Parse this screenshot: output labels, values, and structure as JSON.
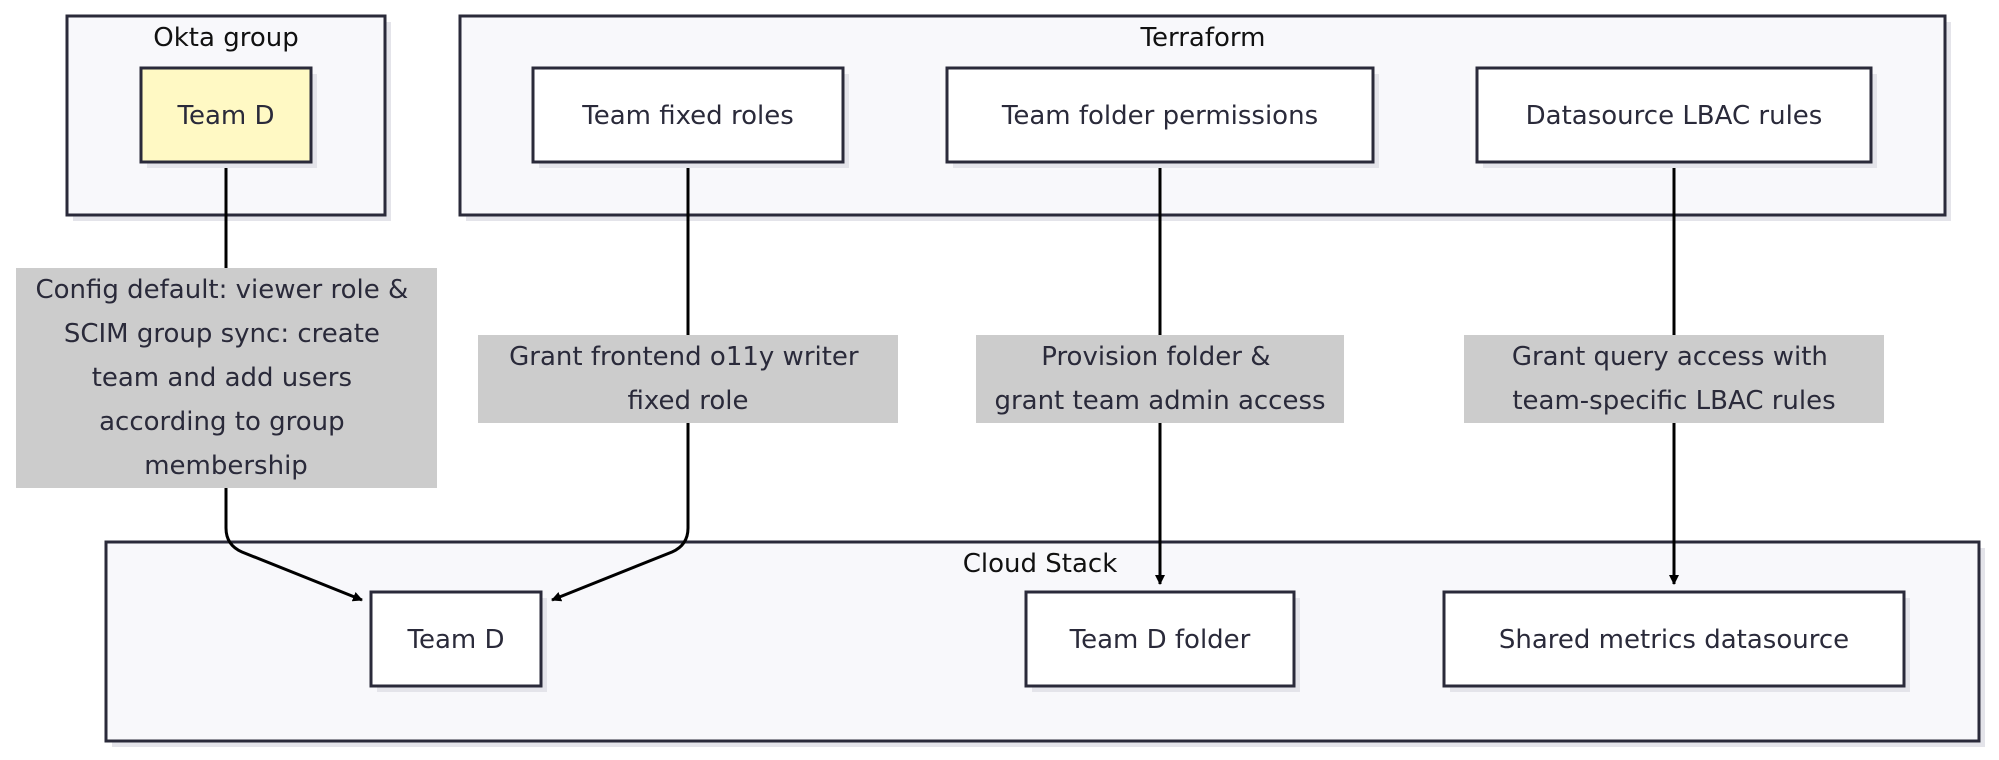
{
  "groups": {
    "okta": {
      "title": "Okta group"
    },
    "terraform": {
      "title": "Terraform"
    },
    "cloud": {
      "title": "Cloud Stack"
    }
  },
  "nodes": {
    "okta_team": "Team D",
    "tf_roles": "Team fixed roles",
    "tf_folder": "Team folder permissions",
    "tf_lbac": "Datasource LBAC rules",
    "cs_team": "Team D",
    "cs_folder": "Team D folder",
    "cs_datasource": "Shared metrics datasource"
  },
  "edge_labels": {
    "okta_sync": [
      "Config default: viewer role &",
      "SCIM group sync: create",
      "team and add users",
      "according to group",
      "membership"
    ],
    "roles_grant": [
      "Grant frontend o11y writer",
      "fixed role"
    ],
    "folder_provision": [
      "Provision folder &",
      "grant team admin access"
    ],
    "lbac_grant": [
      "Grant query access with",
      "team-specific LBAC rules"
    ]
  },
  "colors": {
    "group_fill": "#f8f8fb",
    "border": "#2a2a3a",
    "shadow": "#e4e4ea",
    "node_fill": "#ffffff",
    "highlight_fill": "#fff9c4",
    "label_fill": "#cccccc",
    "text": "#2a2a3a"
  }
}
